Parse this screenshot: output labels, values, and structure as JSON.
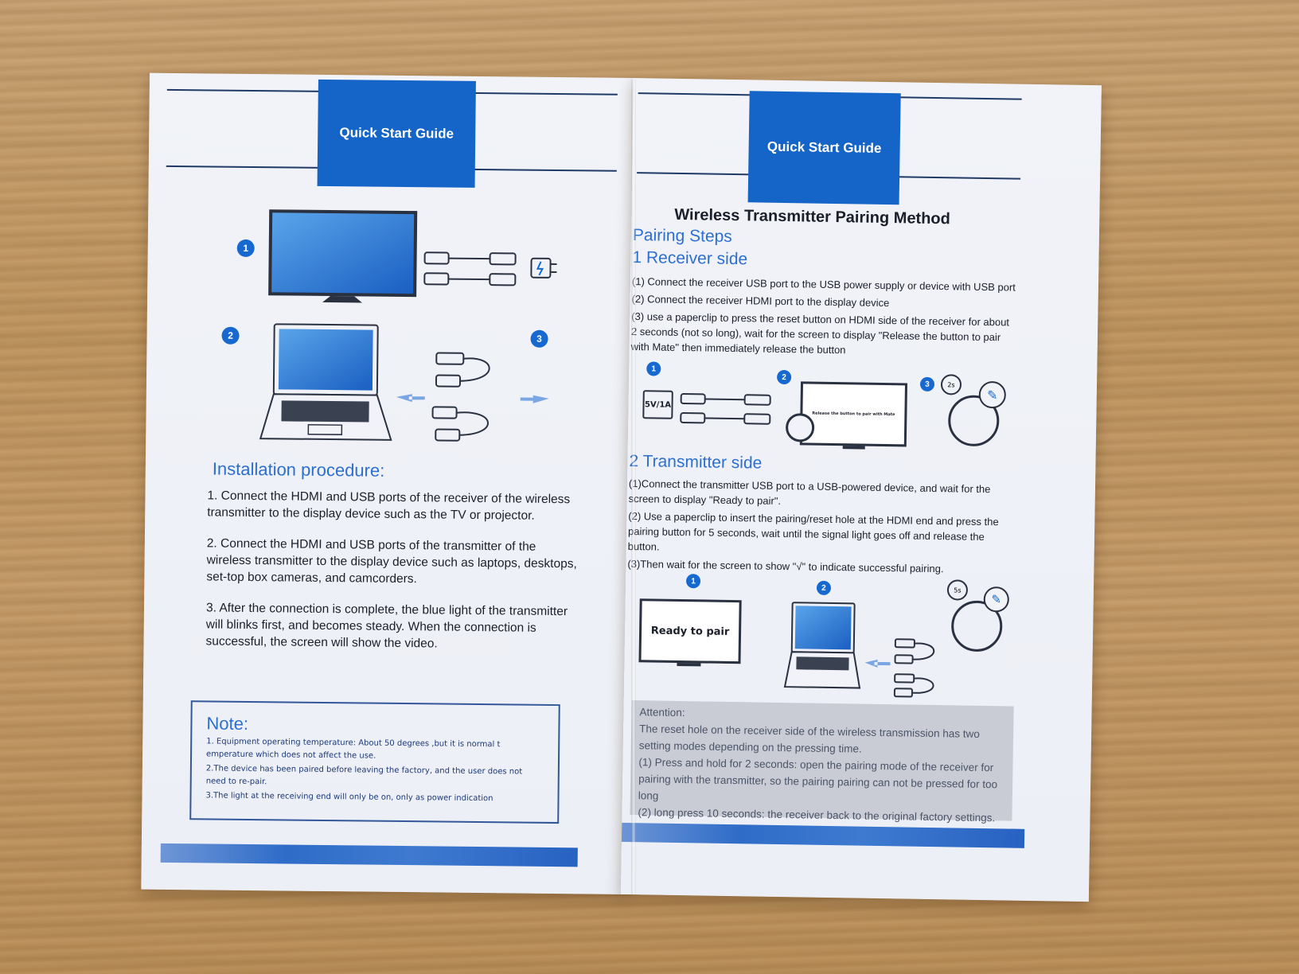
{
  "left_page": {
    "banner_title": "Quick Start Guide",
    "step_numbers": [
      "1",
      "2",
      "3"
    ],
    "installation_heading": "Installation procedure:",
    "installation_steps": [
      "1. Connect the HDMI and USB ports of the receiver of the wireless transmitter to the display device such as  the TV or projector.",
      "2. Connect the HDMI and USB ports of the transmitter of the wireless transmitter to the display device such as laptops, desktops, set-top box cameras, and camcorders.",
      "3. After the connection is complete, the blue light of the transmitter will blinks first, and becomes steady. When the connection is successful,  the screen will show the video."
    ],
    "note_title": "Note:",
    "note_items": [
      "1. Equipment operating temperature: About 50 degrees ,but it is normal t emperature which does not affect the use.",
      "2.The device has been paired before leaving the factory, and the user does not need to re-pair.",
      "3.The light at the receiving end will only be on, only as power indication"
    ]
  },
  "right_page": {
    "banner_title": "Quick Start Guide",
    "main_title": "Wireless Transmitter Pairing Method",
    "pairing_steps_heading": "Pairing Steps",
    "receiver_heading": "1 Receiver side",
    "receiver_steps": [
      "(1) Connect the receiver USB port to the USB power supply or device with USB port",
      "(2) Connect the receiver HDMI port to the display device",
      "(3) use a paperclip to press the reset button on HDMI side of the receiver for about 2 seconds (not so long), wait for the screen to display  \"Release the button to pair with Mate\"  then immediately release the button"
    ],
    "receiver_diagram": {
      "numbers": [
        "1",
        "2",
        "3"
      ],
      "power_label": "5V/1A",
      "tv_screen_text": "Release the button to pair with Mate",
      "timer_label": "2s"
    },
    "transmitter_heading": "2 Transmitter side",
    "transmitter_steps": [
      "(1)Connect the transmitter USB port to a USB-powered device, and wait for the screen to display \"Ready to pair\".",
      "(2) Use a paperclip to insert the pairing/reset hole at the HDMI end and press the pairing button for 5 seconds, wait until the signal light goes off and release the button.",
      "(3)Then wait for the screen to show \"√\" to indicate successful pairing."
    ],
    "transmitter_diagram": {
      "numbers": [
        "1",
        "2"
      ],
      "tv_screen_text": "Ready to pair",
      "timer_label": "5s"
    },
    "attention_title": "Attention:",
    "attention_lines": [
      "The reset hole on the receiver side of the wireless transmission has two setting modes depending on the pressing time.",
      "(1) Press and hold for 2 seconds: open the pairing mode of the receiver for pairing with the transmitter, so the pairing pairing can not be pressed for too long",
      "(2) long press 10 seconds: the receiver back to the original factory settings."
    ]
  },
  "colors": {
    "brand_blue": "#1565c8",
    "heading_blue": "#2c6fd0",
    "rule_navy": "#1f3a66",
    "attention_gray": "#c9ccd4"
  }
}
